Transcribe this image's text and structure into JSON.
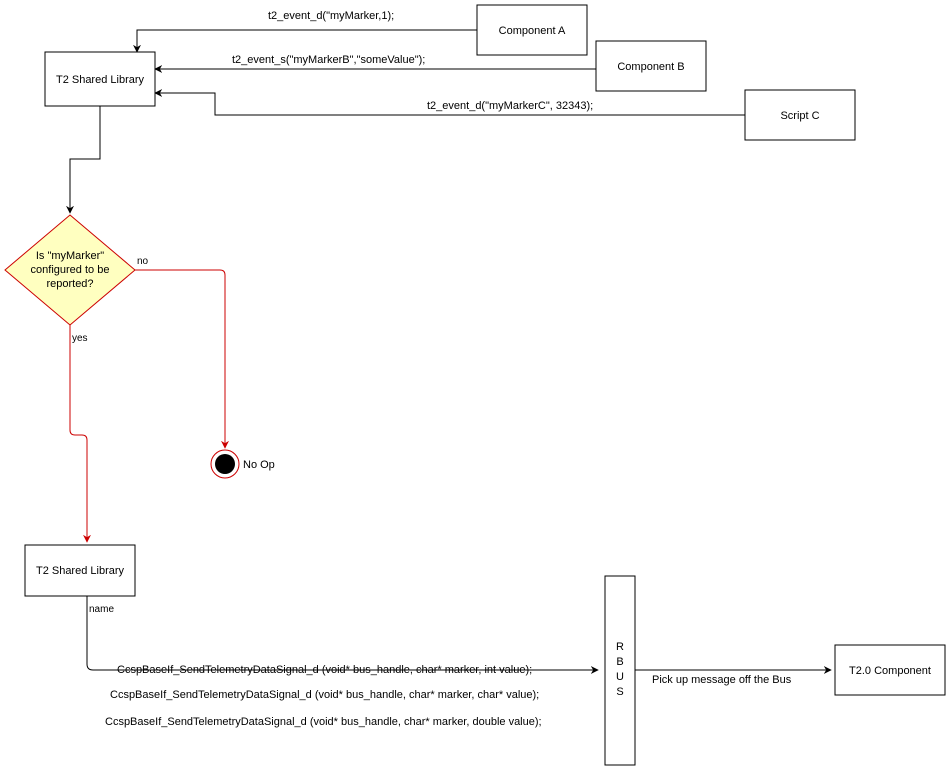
{
  "nodes": {
    "component_a": "Component A",
    "component_b": "Component B",
    "script_c": "Script C",
    "t2_lib_top": "T2 Shared Library",
    "decision": [
      "Is \"myMarker\"",
      "configured to be",
      "reported?"
    ],
    "no_op": "No Op",
    "t2_lib_bottom": "T2 Shared Library",
    "rbus": [
      "R",
      "B",
      "U",
      "S"
    ],
    "t2_component": "T2.0 Component"
  },
  "edges": {
    "a_to_lib": "t2_event_d(\"myMarker,1);",
    "b_to_lib": "t2_event_s(\"myMarkerB\",\"someValue\");",
    "c_to_lib": "t2_event_d(\"myMarkerC\", 32343);",
    "no": "no",
    "yes": "yes",
    "multiplicity": "1",
    "name": "name",
    "signal_int": "CcspBaseIf_SendTelemetryDataSignal_d (void* bus_handle, char* marker, int value);",
    "signal_char": "CcspBaseIf_SendTelemetryDataSignal_d (void* bus_handle, char* marker, char* value);",
    "signal_double": "CcspBaseIf_SendTelemetryDataSignal_d (void* bus_handle, char* marker, double value);",
    "pickup": "Pick up message off the Bus"
  },
  "colors": {
    "decision_fill": "#ffffc0",
    "decision_stroke": "#cc0000",
    "flow_red": "#cc0000",
    "stroke": "#000000",
    "end_fill": "#000000"
  }
}
